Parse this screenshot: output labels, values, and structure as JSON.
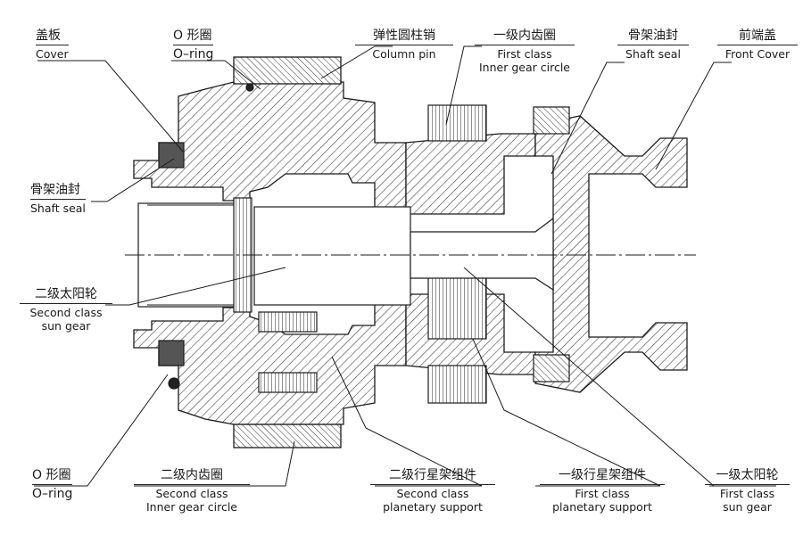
{
  "labels": {
    "cover": {
      "cn": "盖板",
      "en": "Cover"
    },
    "o_ring_top": {
      "cn": "O 形圈",
      "en": "O–ring"
    },
    "column_pin": {
      "cn": "弹性圆柱销",
      "en": "Column pin"
    },
    "first_inner": {
      "cn": "一级内齿圈",
      "en1": "First class",
      "en2": "Inner gear circle"
    },
    "shaft_seal_top": {
      "cn": "骨架油封",
      "en": "Shaft seal"
    },
    "front_cover": {
      "cn": "前端盖",
      "en": "Front Cover"
    },
    "shaft_seal_left": {
      "cn": "骨架油封",
      "en": "Shaft seal"
    },
    "second_sun": {
      "cn": "二级太阳轮",
      "en1": "Second class",
      "en2": "sun gear"
    },
    "o_ring_bottom": {
      "cn": "O 形圈",
      "en": "O–ring"
    },
    "second_inner": {
      "cn": "二级内齿圈",
      "en1": "Second class",
      "en2": "Inner gear circle"
    },
    "second_planet": {
      "cn": "二级行星架组件",
      "en1": "Second class",
      "en2": "planetary support"
    },
    "first_planet": {
      "cn": "一级行星架组件",
      "en1": "First class",
      "en2": "planetary support"
    },
    "first_sun": {
      "cn": "一级太阳轮",
      "en1": "First class",
      "en2": "sun gear"
    }
  },
  "colors": {
    "line": "#1a1a1a",
    "hatch": "#333333"
  }
}
